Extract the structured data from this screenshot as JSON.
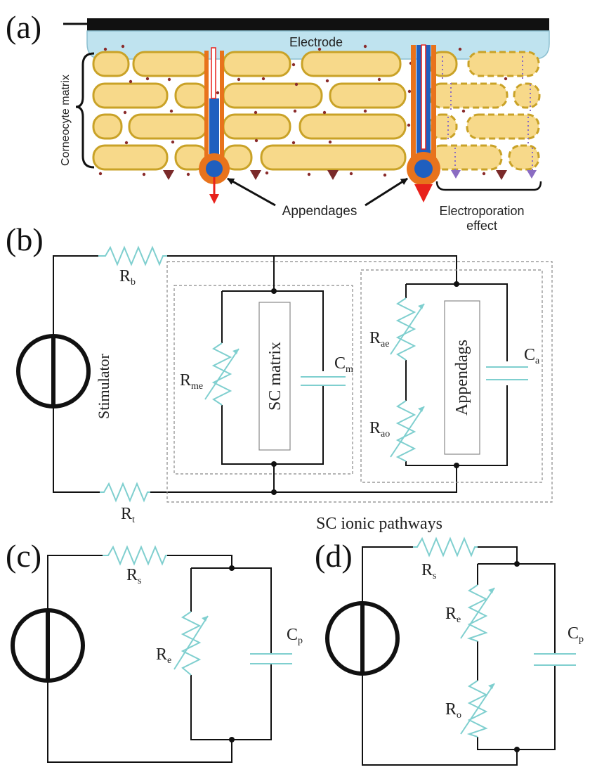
{
  "panels": {
    "a": {
      "label": "(a)",
      "electrode": "Electrode",
      "matrix": "Corneocyte matrix",
      "appendages": "Appendages",
      "electroporation_line1": "Electroporation",
      "electroporation_line2": "effect"
    },
    "b": {
      "label": "(b)",
      "stimulator": "Stimulator",
      "sc_matrix": "SC matrix",
      "appendags": "Appendags",
      "caption": "SC ionic pathways",
      "Rb": {
        "main": "R",
        "sub": "b"
      },
      "Rt": {
        "main": "R",
        "sub": "t"
      },
      "Rme": {
        "main": "R",
        "sub": "me"
      },
      "Cm": {
        "main": "C",
        "sub": "m"
      },
      "Rae": {
        "main": "R",
        "sub": "ae"
      },
      "Rao": {
        "main": "R",
        "sub": "ao"
      },
      "Ca": {
        "main": "C",
        "sub": "a"
      }
    },
    "c": {
      "label": "(c)",
      "Rs": {
        "main": "R",
        "sub": "s"
      },
      "Re": {
        "main": "R",
        "sub": "e"
      },
      "Cp": {
        "main": "C",
        "sub": "p"
      }
    },
    "d": {
      "label": "(d)",
      "Rs": {
        "main": "R",
        "sub": "s"
      },
      "Re": {
        "main": "R",
        "sub": "e"
      },
      "Ro": {
        "main": "R",
        "sub": "o"
      },
      "Cp": {
        "main": "C",
        "sub": "p"
      }
    }
  },
  "colors": {
    "cell_fill": "#f7d98a",
    "cell_border": "#c9a227",
    "electrode": "#bfe3ef",
    "appendage_orange": "#e8731c",
    "appendage_blue": "#1f5fbf",
    "arrow_red": "#e8211b",
    "arrow_brown": "#7a2a2a",
    "arrow_purple": "#8a6cc2",
    "component": "#7fcfcf"
  }
}
